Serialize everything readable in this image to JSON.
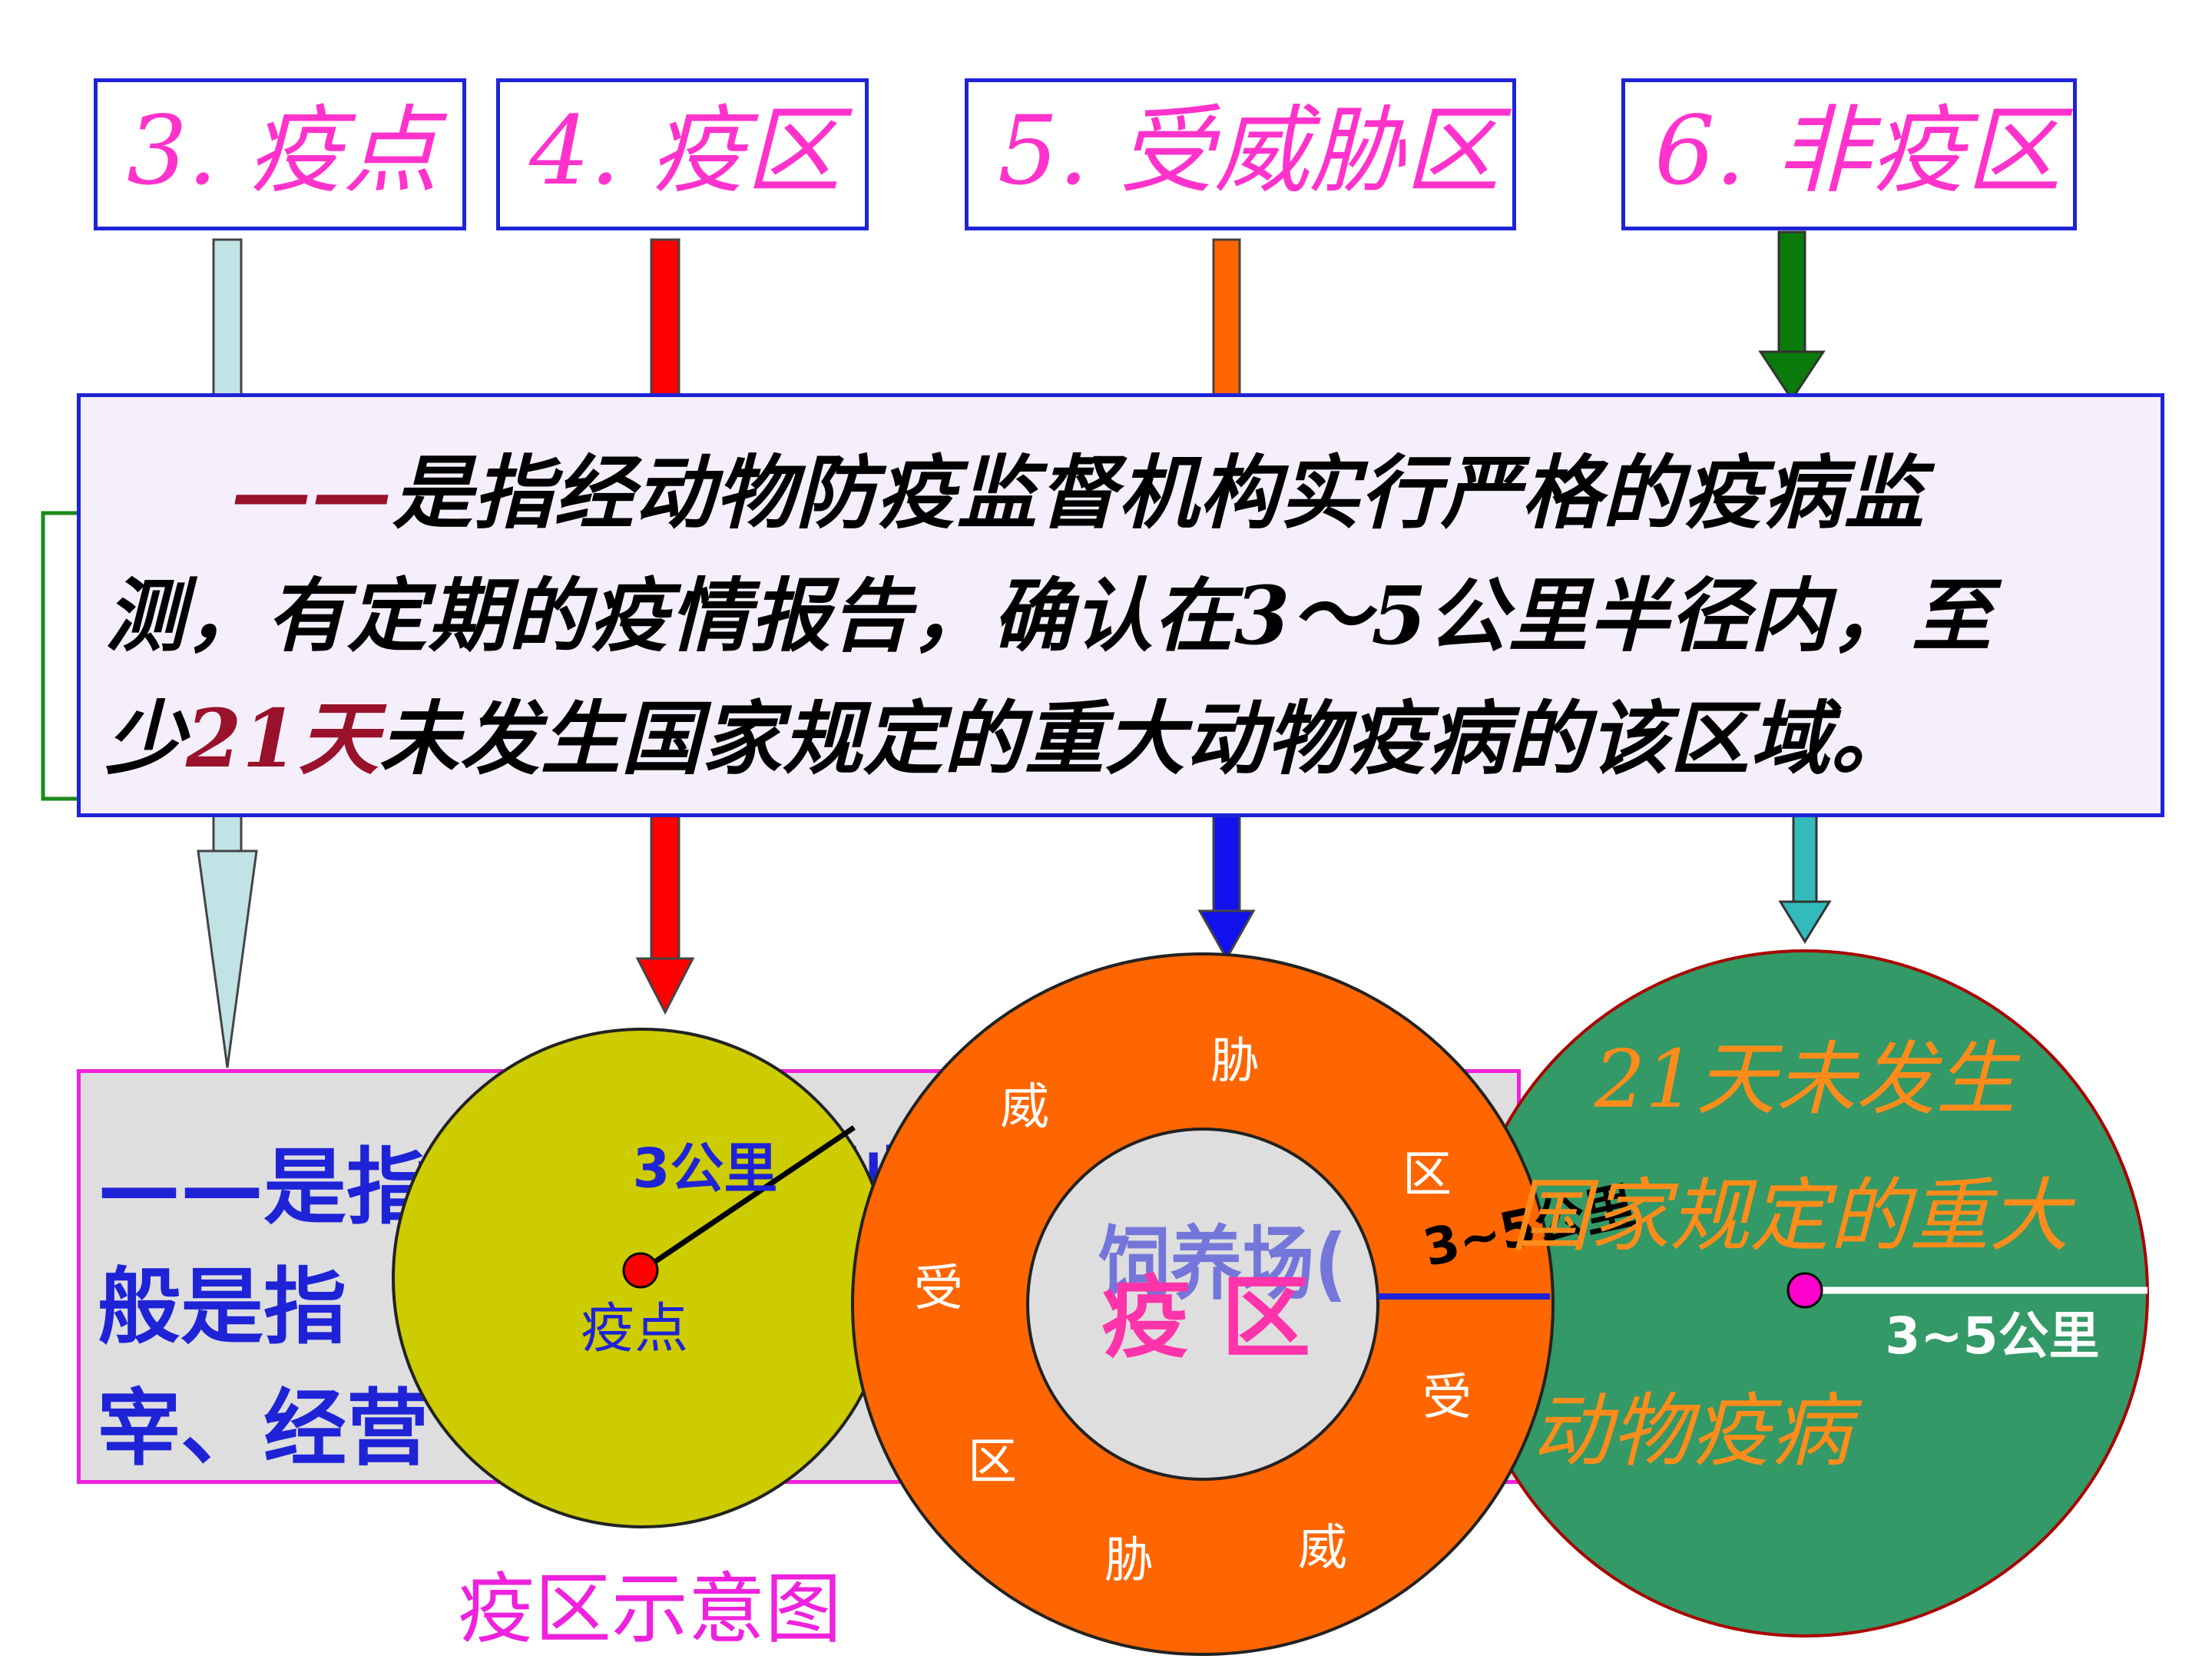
{
  "top_labels": [
    "3. 疫点",
    "4. 疫区",
    "5. 受威胁区",
    "6. 非疫区"
  ],
  "definition_main": {
    "dash": "——",
    "line1": "是指经动物防疫监督机构实行严格的疫病监",
    "line2": "测，有定期的疫情报告，确认在3～5公里半径内，至",
    "line3_a": "少",
    "line3_b": "21天",
    "line3_c": "未发生国家规定的重大动物疫病的该区域。"
  },
  "definition_back": {
    "line1": "——是指",
    "line1_b": "的地点",
    "line2": "般是指",
    "line2_b": "饲养场(",
    "line3": "宰、经营"
  },
  "circle_epidemic_point": {
    "radius_label": "3公里",
    "center_label": "疫点"
  },
  "ring": {
    "chars": [
      "胁",
      "威",
      "区",
      "受",
      "受",
      "区",
      "胁",
      "威"
    ],
    "center_label": "疫 区",
    "radius_label": "3~5公里"
  },
  "green_circle": {
    "line1": "21天未发生",
    "line2": "国家规定的重大",
    "line3": "动物疫病",
    "radius_label": "3~5公里"
  },
  "caption": "疫区示意图",
  "colors": {
    "blue": "#1f23d6",
    "magenta": "#ff33cc",
    "yellow_circle": "#cccc00",
    "orange_ring": "#ff6600",
    "green_circle": "#339966",
    "inner_gray": "#dedede"
  }
}
